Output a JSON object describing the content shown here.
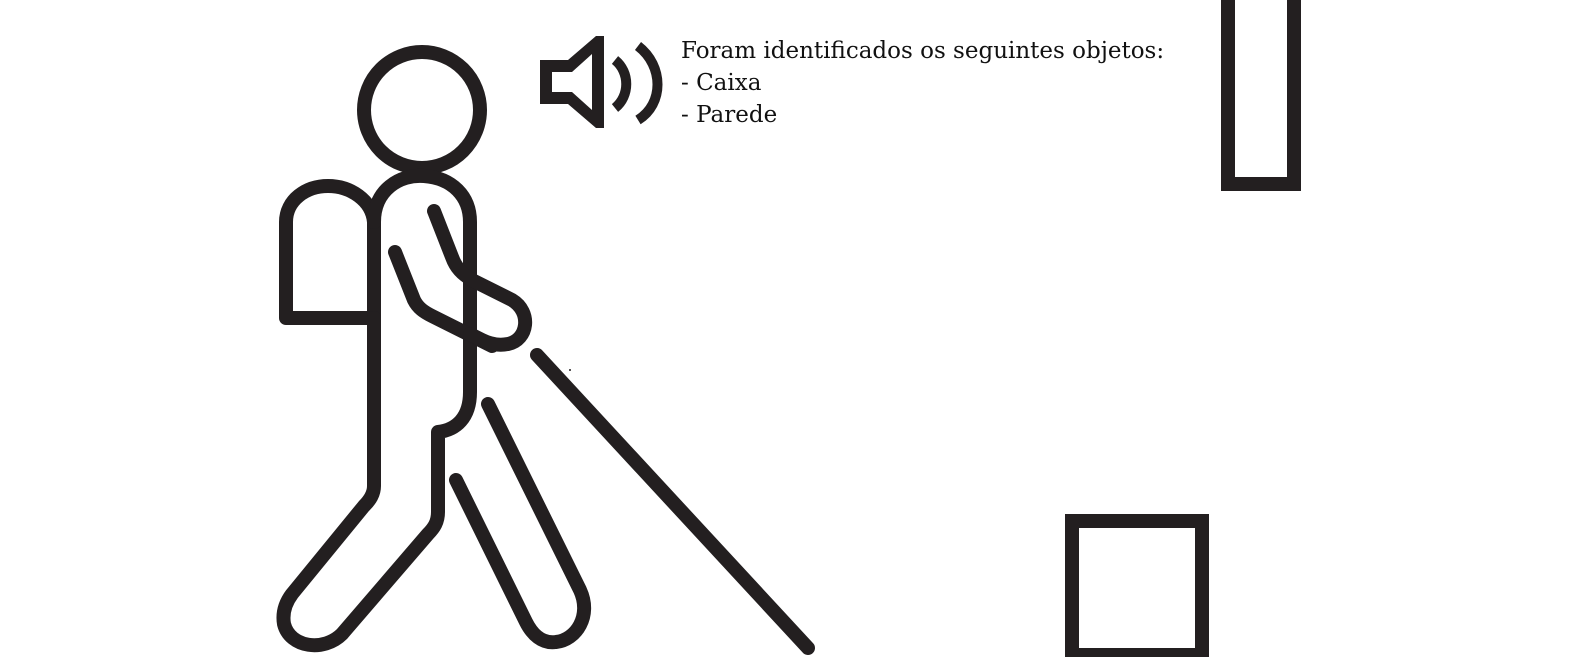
{
  "announcement": {
    "heading": "Foram identificados os seguintes objetos:",
    "items": [
      "- Caixa",
      "- Parede"
    ]
  },
  "icons": {
    "figure": "blind-person-with-cane-icon",
    "speaker": "speaker-sound-icon"
  },
  "colors": {
    "ink": "#231f20",
    "background": "#ffffff"
  }
}
